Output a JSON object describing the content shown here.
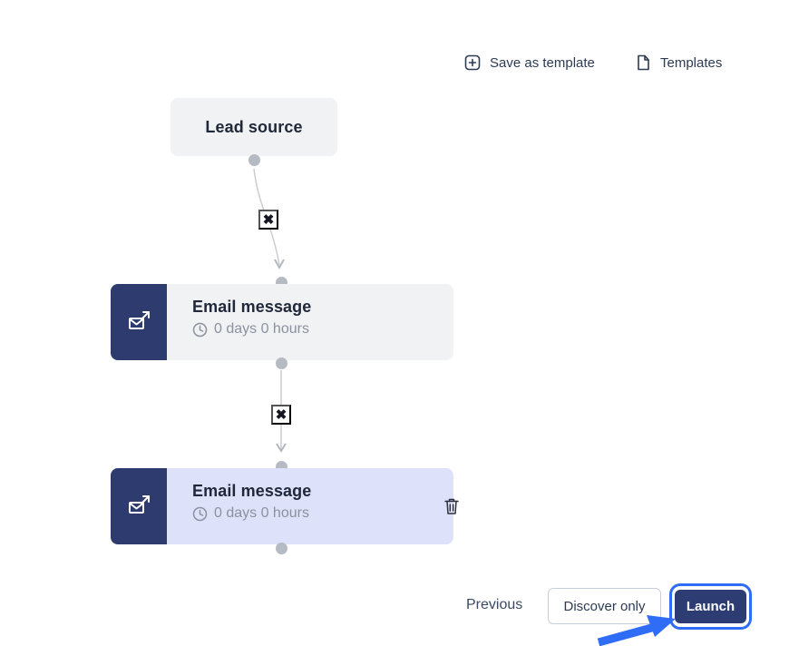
{
  "toolbar": {
    "save_as_template_label": "Save as template",
    "templates_label": "Templates"
  },
  "flow": {
    "lead_source_label": "Lead source",
    "email_1": {
      "title": "Email message",
      "delay": "0 days 0 hours"
    },
    "email_2": {
      "title": "Email message",
      "delay": "0 days 0 hours"
    }
  },
  "footer": {
    "previous_label": "Previous",
    "discover_only_label": "Discover only",
    "launch_label": "Launch"
  },
  "colors": {
    "navy": "#2e3b6e",
    "launch_navy": "#2d3d73",
    "node_bg": "#f1f2f4",
    "selected_node_bg": "#dde2fa",
    "accent_blue": "#2f6df6",
    "connector_gray": "#c9cdd4",
    "dot_gray": "#b6bac2",
    "title_text": "#20283a",
    "muted_text": "#8b919e"
  }
}
